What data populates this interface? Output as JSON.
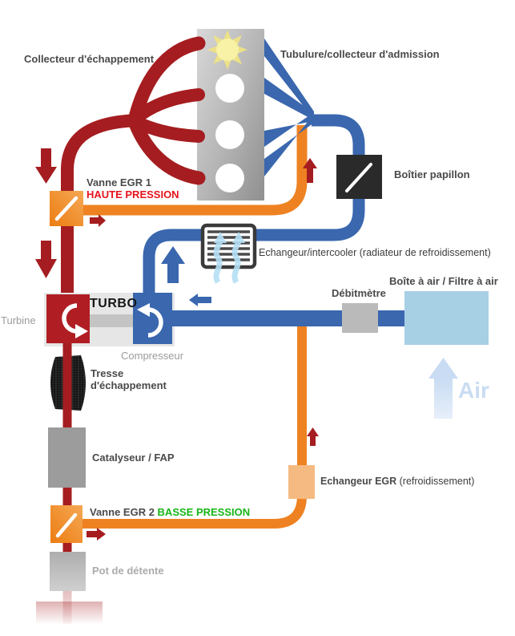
{
  "labels": {
    "exhaust_manifold": "Collecteur d'échappement",
    "intake_manifold": "Tubulure/collecteur d'admission",
    "throttle_body": "Boîtier papillon",
    "egr_valve_1": "Vanne EGR 1",
    "egr_valve_1_pressure": "HAUTE PRESSION",
    "intercooler": "Echangeur/intercooler (radiateur de refroidissement)",
    "turbo": "TURBO",
    "turbine": "Turbine",
    "compressor": "Compresseur",
    "maf_sensor": "Débitmètre",
    "airbox": "Boîte à air / Filtre à air",
    "air": "Air",
    "exhaust_braid": "Tresse d'échappement",
    "catalyst": "Catalyseur / FAP",
    "egr_valve_2": "Vanne EGR 2",
    "egr_valve_2_pressure": "BASSE PRESSION",
    "egr_cooler": "Echangeur EGR",
    "egr_cooler_note": " (refroidissement)",
    "expansion_box": "Pot de détente"
  },
  "colors": {
    "exhaust_red": "#A51D20",
    "turbine_red": "#B01E24",
    "intake_blue": "#3A67AE",
    "egr_orange": "#EE8222",
    "egr_cooler_orange": "#F5BA81",
    "valve_orange_light": "#F5A04C",
    "valve_orange_dark": "#EC7D12",
    "high_pressure_text_red": "#E8131B",
    "low_pressure_text_green": "#17B517",
    "air_light_blue": "#C9DCF3",
    "airbox_blue": "#A7D0E5",
    "cooling_air_blue": "#B5DFF5",
    "throttle_dark": "#2A2A2A",
    "label_dark_gray": "#4A4A4A",
    "muted_gray": "#9C9C9C"
  }
}
